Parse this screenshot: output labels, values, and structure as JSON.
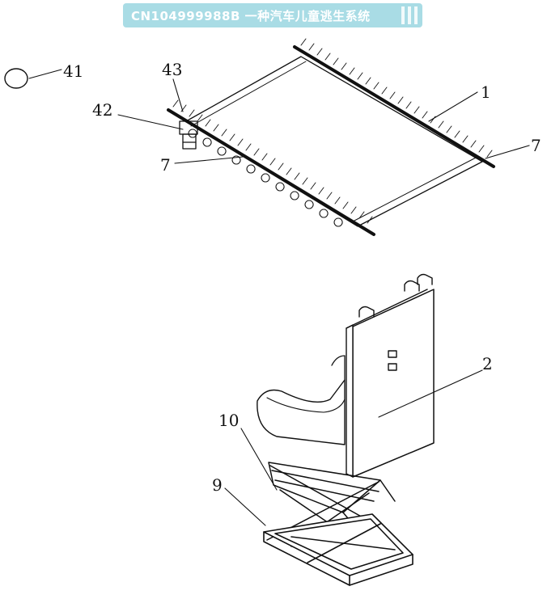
{
  "header": {
    "title": "CN104999988B 一种汽车儿童逃生系统"
  },
  "labels": {
    "l41": "41",
    "l43": "43",
    "l42": "42",
    "l7a": "7",
    "l1": "1",
    "l7b": "7",
    "l2": "2",
    "l10": "10",
    "l9": "9"
  },
  "colors": {
    "ink": "#111111",
    "banner": "#a9dce5"
  }
}
